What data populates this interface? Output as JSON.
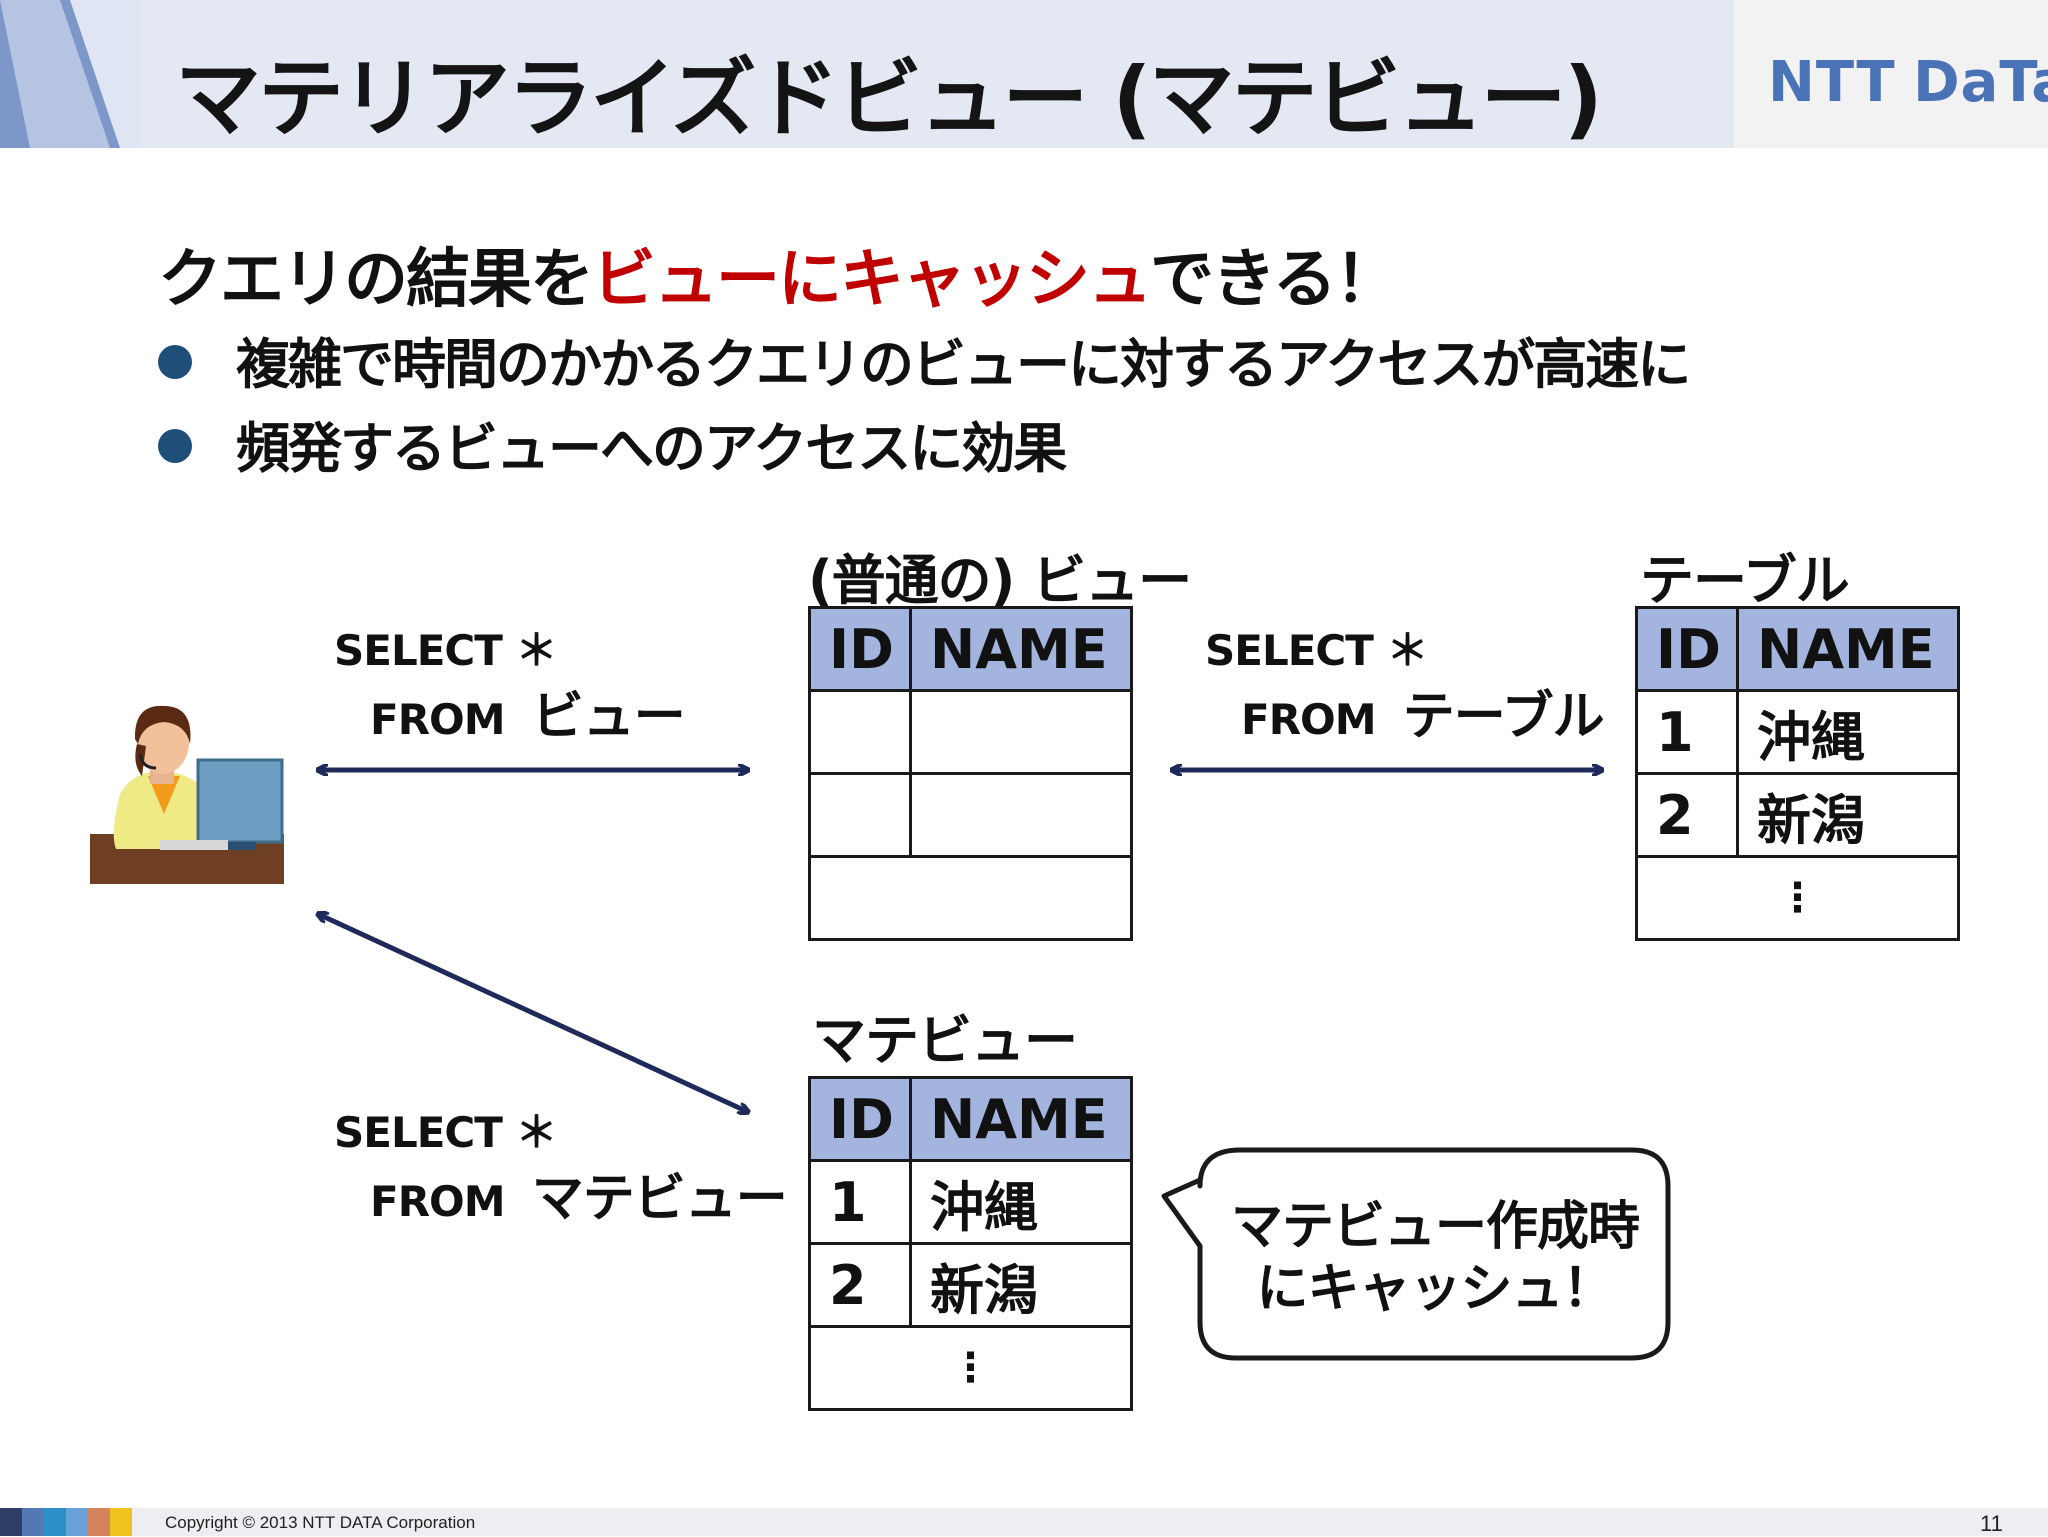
{
  "header": {
    "title": "マテリアライズドビュー (マテビュー)",
    "logo": "NTT Data"
  },
  "headline": {
    "part1": "クエリの結果を",
    "part2_red": "ビューにキャッシュ",
    "part3": "できる！"
  },
  "bullets": [
    "複雑で時間のかかるクエリのビューに対するアクセスが高速に",
    "頻発するビューへのアクセスに効果"
  ],
  "diagram": {
    "normal_view_title": "(普通の) ビュー",
    "table_title": "テーブル",
    "matview_title": "マテビュー",
    "query_view": {
      "select": "SELECT ＊",
      "from_kw": "FROM",
      "from_obj": "ビュー"
    },
    "query_table": {
      "select": "SELECT ＊",
      "from_kw": "FROM",
      "from_obj": "テーブル"
    },
    "query_matview": {
      "select": "SELECT ＊",
      "from_kw": "FROM",
      "from_obj": "マテビュー"
    },
    "columns": [
      "ID",
      "NAME"
    ],
    "rows": [
      {
        "id": "1",
        "name": "沖縄"
      },
      {
        "id": "2",
        "name": "新潟"
      }
    ],
    "ellipsis": "⋮",
    "callout_line1": "マテビュー作成時",
    "callout_line2": "にキャッシュ！"
  },
  "colors": {
    "accent_red": "#c00000",
    "table_header": "#a3b4df",
    "arrow": "#1f2a5a",
    "bullet": "#1f4e79"
  },
  "footer": {
    "copyright": "Copyright © 2013 NTT DATA Corporation",
    "page_number": "11"
  }
}
